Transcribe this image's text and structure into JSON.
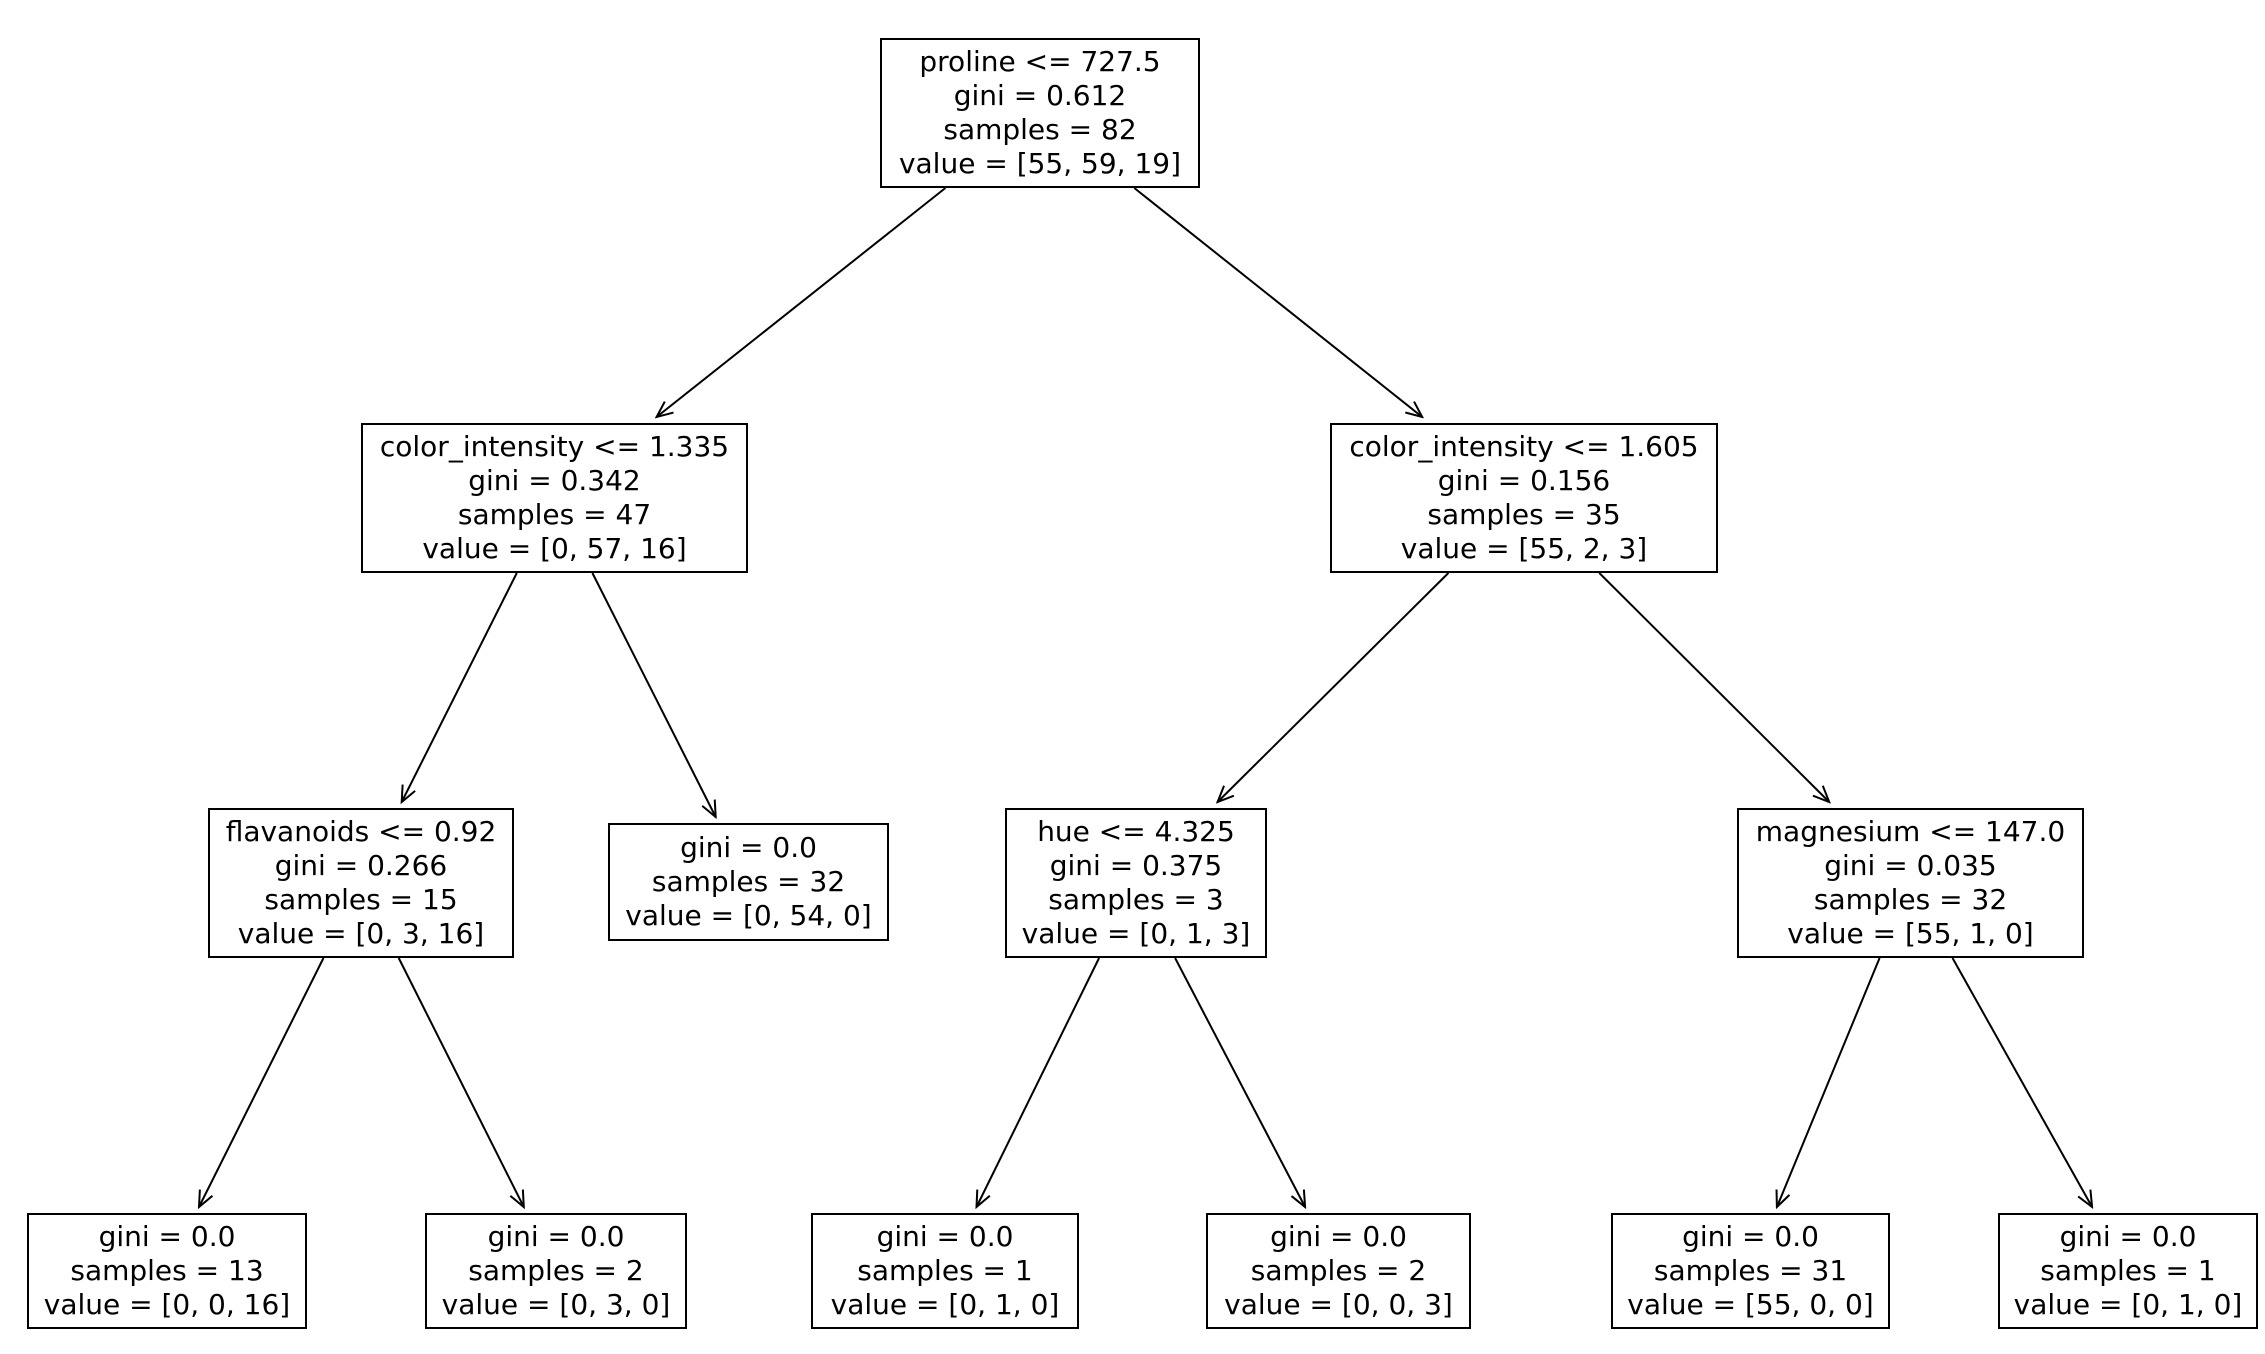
{
  "figure": {
    "type": "decision-tree-plot",
    "background_color": "#ffffff",
    "box_fill_color": "#ffffff",
    "box_border_color": "#000000",
    "text_color": "#000000",
    "arrow_color": "#000000"
  },
  "tree": {
    "nodes": {
      "root": {
        "condition": "proline <= 727.5",
        "gini": "gini = 0.612",
        "samples": "samples = 82",
        "value": "value = [55, 59, 19]"
      },
      "l": {
        "condition": "color_intensity <= 1.335",
        "gini": "gini = 0.342",
        "samples": "samples = 47",
        "value": "value = [0, 57, 16]"
      },
      "r": {
        "condition": "color_intensity <= 1.605",
        "gini": "gini = 0.156",
        "samples": "samples = 35",
        "value": "value = [55, 2, 3]"
      },
      "ll": {
        "condition": "flavanoids <= 0.92",
        "gini": "gini = 0.266",
        "samples": "samples = 15",
        "value": "value = [0, 3, 16]"
      },
      "lr": {
        "gini": "gini = 0.0",
        "samples": "samples = 32",
        "value": "value = [0, 54, 0]"
      },
      "rl": {
        "condition": "hue <= 4.325",
        "gini": "gini = 0.375",
        "samples": "samples = 3",
        "value": "value = [0, 1, 3]"
      },
      "rr": {
        "condition": "magnesium <= 147.0",
        "gini": "gini = 0.035",
        "samples": "samples = 32",
        "value": "value = [55, 1, 0]"
      },
      "lll": {
        "gini": "gini = 0.0",
        "samples": "samples = 13",
        "value": "value = [0, 0, 16]"
      },
      "llr": {
        "gini": "gini = 0.0",
        "samples": "samples = 2",
        "value": "value = [0, 3, 0]"
      },
      "rll": {
        "gini": "gini = 0.0",
        "samples": "samples = 1",
        "value": "value = [0, 1, 0]"
      },
      "rlr": {
        "gini": "gini = 0.0",
        "samples": "samples = 2",
        "value": "value = [0, 0, 3]"
      },
      "rrl": {
        "gini": "gini = 0.0",
        "samples": "samples = 31",
        "value": "value = [55, 0, 0]"
      },
      "rrr": {
        "gini": "gini = 0.0",
        "samples": "samples = 1",
        "value": "value = [0, 1, 0]"
      }
    }
  }
}
